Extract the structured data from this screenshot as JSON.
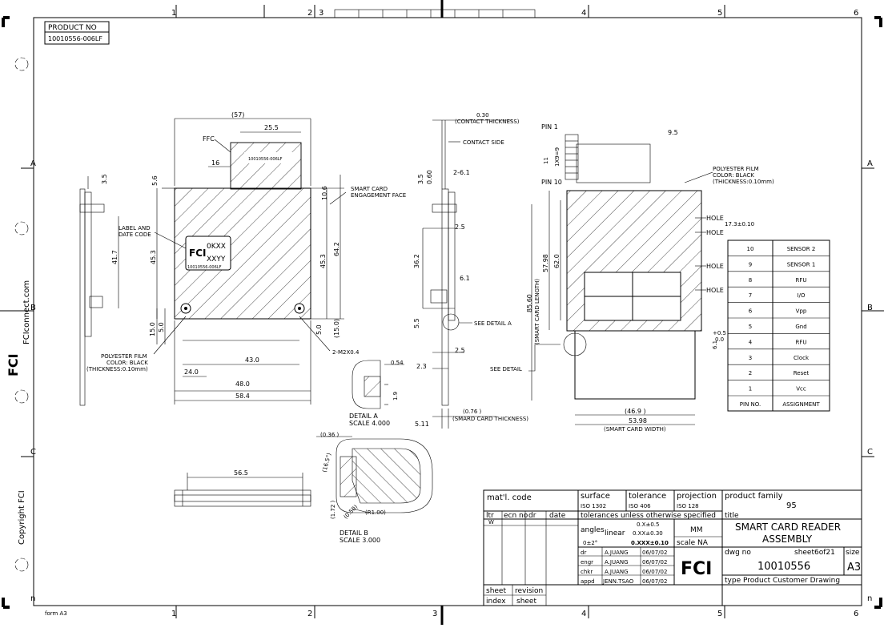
{
  "border": {
    "columns_top": [
      "1",
      "2",
      "3",
      "4",
      "5",
      "6"
    ],
    "columns_bottom": [
      "1",
      "2",
      "3",
      "4",
      "5",
      "6"
    ],
    "rows_right": [
      "A",
      "B",
      "C",
      "n"
    ],
    "rows_left": [
      "A",
      "B",
      "C",
      "n"
    ],
    "form_label": "form A3",
    "brand_vertical": "FCIconnect.com",
    "copyright_vertical": "Copyright FCI"
  },
  "product_box": {
    "header": "PRODUCT NO",
    "value": "10010556-006LF"
  },
  "front_view": {
    "dims": {
      "d57": "(57)",
      "d255": "25.5",
      "d16": "16",
      "d56": "5.6",
      "d106": "10.6",
      "d453a": "45.3",
      "d642": "64.2",
      "d453b": "45.3",
      "d417": "41.7",
      "d150": "15.0",
      "d50a": "5.0",
      "d50b": "5.0",
      "d150p": "(15.0)",
      "d430": "43.0",
      "d240": "24.0",
      "d480": "48.0",
      "d584": "58.4",
      "d35": "3.5"
    },
    "labels": {
      "ffc": "FFC",
      "smart_card_1": "SMART CARD",
      "smart_card_2": "ENGAGEMENT FACE",
      "label_date_1": "LABEL AND",
      "label_date_2": "DATE CODE",
      "poly_1": "POLYESTER FILM",
      "poly_2": "COLOR: BLACK",
      "poly_3": "(THICKNESS:0.10mm)",
      "m2": "2-M2X0.4",
      "label_l1": "0KXX",
      "label_l2": "XXYY",
      "label_l3": "10010556-006LF",
      "ffc_print": "10010556-006LF"
    }
  },
  "side_view": {
    "dims": {
      "d030": "0.30",
      "contact_thk": "(CONTACT THICKNESS)",
      "contact_side": "CONTACT SIDE",
      "d35": "3.5",
      "d060": "0.60",
      "d261": "2-6.1",
      "d25a": "2.5",
      "d362": "36.2",
      "d61": "6.1",
      "d55": "5.5",
      "see_detail_a": "SEE DETAIL   A",
      "d25b": "2.5",
      "d23": "2.3",
      "see_detail": "SEE DETAIL",
      "d054": "0.54",
      "d19": "1.9",
      "d076": "(0.76 )",
      "smart_thk": "(SMARD CARD THICKNESS)",
      "d511": "5.11",
      "detail_a_1": "DETAIL   A",
      "detail_a_2": "SCALE   4.000"
    }
  },
  "right_view": {
    "labels": {
      "pin1": "PIN 1",
      "pin10": "PIN 10",
      "d11": "11",
      "d1x9": "1X9=9",
      "poly_1": "POLYESTER FILM",
      "poly_2": "COLOR: BLACK",
      "poly_3": "(THICKNESS:0.10mm)",
      "hole1": "HOLE",
      "hole1_dim": "17.3±0.10",
      "hole2": "HOLE",
      "hole3": "HOLE",
      "hole4": "HOLE",
      "d620": "62.0",
      "d5798": "57.98",
      "d8560": "85.60",
      "card_len": "(SMART CARD LENGTH)",
      "d61": "6.1",
      "d05": "+0.5",
      "d00": "0.0",
      "d469": "(46.9 )",
      "d5398": "53.98",
      "card_w": "(SMART CARD WIDTH)",
      "d95": "9.5"
    }
  },
  "pin_table": {
    "rows": [
      {
        "pin": "10",
        "assign": "SENSOR 2"
      },
      {
        "pin": "9",
        "assign": "SENSOR 1"
      },
      {
        "pin": "8",
        "assign": "RFU"
      },
      {
        "pin": "7",
        "assign": "I/O"
      },
      {
        "pin": "6",
        "assign": "Vpp"
      },
      {
        "pin": "5",
        "assign": "Gnd"
      },
      {
        "pin": "4",
        "assign": "RFU"
      },
      {
        "pin": "3",
        "assign": "Clock"
      },
      {
        "pin": "2",
        "assign": "Reset"
      },
      {
        "pin": "1",
        "assign": "Vcc"
      }
    ],
    "header_pin": "PIN NO.",
    "header_assign": "ASSIGNMENT"
  },
  "bottom_view": {
    "d565": "56.5"
  },
  "detail_b": {
    "d036": "(0.36 )",
    "d165": "(16.5°)",
    "d172": "(1.72 )",
    "d050": "(0.50)",
    "r100": "(R1.00)",
    "title_1": "DETAIL   B",
    "title_2": "SCALE  3.000"
  },
  "title_block": {
    "matl_code": "mat'l. code",
    "surface": "surface",
    "surface_val": "ISO 1302",
    "tolerance": "tolerance",
    "tolerance_val": "ISO 406",
    "projection": "projection",
    "projection_val": "ISO 128",
    "product_family": "product family",
    "family_val": "95",
    "col_ltr": "ltr",
    "col_ecn": "ecn no",
    "col_dr": "dr",
    "col_date": "date",
    "rev_w": "W",
    "tol_unless": "tolerances unless otherwise specified",
    "title_lbl": "title",
    "angles": "angles",
    "linear": "linear",
    "t1": "0.X±0.5",
    "t2": "0.XX±0.30",
    "t3": "0.XXX±0.10",
    "ang": "0±2°",
    "mm": "MM",
    "scale": "scale NA",
    "title_1": "SMART CARD READER",
    "title_2": "ASSEMBLY",
    "dr_lbl": "dr",
    "dr_name": "A.JUANG",
    "dr_date": "06/07/02",
    "engr_lbl": "engr",
    "engr_name": "A.JUANG",
    "engr_date": "06/07/02",
    "chkr_lbl": "chkr",
    "chkr_name": "A.JUANG",
    "chkr_date": "06/07/02",
    "appd_lbl": "appd",
    "appd_name": "JENN.TSAO",
    "appd_date": "06/07/02",
    "logo": "FCI",
    "dwg_no_lbl": "dwg no",
    "sheet_of": "sheet6of21",
    "size_lbl": "size",
    "dwg_no": "10010556",
    "size_val": "A3",
    "type_lbl": "type",
    "type_val": "Product Customer Drawing",
    "sheet_lbl": "sheet",
    "revision_lbl": "revision",
    "index_lbl": "index",
    "sheet2_lbl": "sheet"
  }
}
